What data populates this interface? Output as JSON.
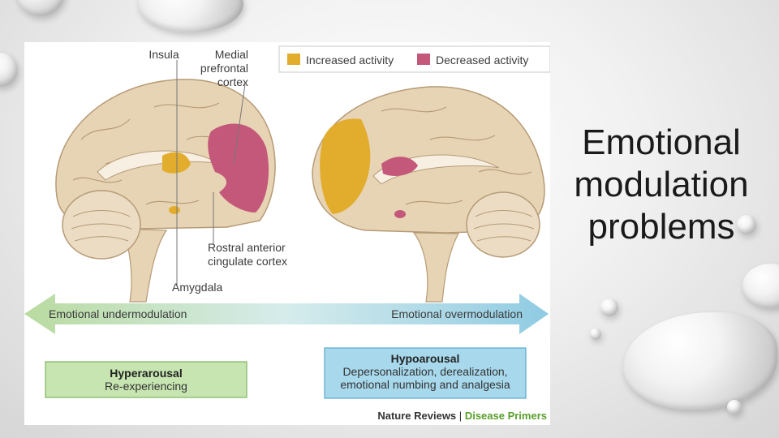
{
  "slide": {
    "title": "Emotional modulation problems"
  },
  "legend": {
    "increased": {
      "label": "Increased activity",
      "color": "#e2ac2c"
    },
    "decreased": {
      "label": "Decreased activity",
      "color": "#c4587a"
    }
  },
  "labels": {
    "insula": "Insula",
    "mpfc_line1": "Medial",
    "mpfc_line2": "prefrontal",
    "mpfc_line3": "cortex",
    "racc_line1": "Rostral anterior",
    "racc_line2": "cingulate cortex",
    "amygdala": "Amygdala"
  },
  "arrow": {
    "left_label": "Emotional undermodulation",
    "right_label": "Emotional overmodulation"
  },
  "boxes": {
    "hyperarousal": {
      "title": "Hyperarousal",
      "line1": "Re-experiencing"
    },
    "hypoarousal": {
      "title": "Hypoarousal",
      "line1": "Depersonalization, derealization,",
      "line2": "emotional numbing and analgesia"
    }
  },
  "credit": {
    "publisher": "Nature Reviews",
    "separator": "|",
    "series": "Disease Primers"
  }
}
